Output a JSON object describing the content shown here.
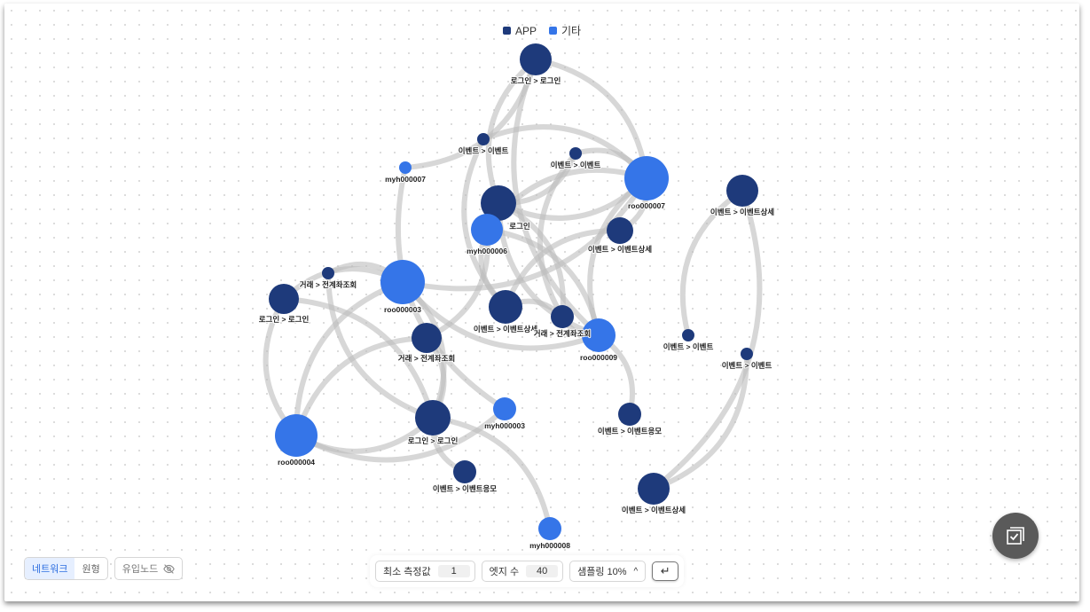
{
  "legend": [
    {
      "label": "APP",
      "color": "#1e3a7b"
    },
    {
      "label": "기타",
      "color": "#3575e8"
    }
  ],
  "colors": {
    "APP": "#1e3a7b",
    "기타": "#3575e8",
    "edge": "#bdbdbd"
  },
  "nodes": [
    {
      "label": "로그인 > 로그인",
      "type": "APP",
      "weight": 18
    },
    {
      "label": "이벤트 > 이벤트",
      "type": "APP",
      "weight": 7
    },
    {
      "label": "이벤트 > 이벤트",
      "type": "APP",
      "weight": 7
    },
    {
      "label": "myh000007",
      "type": "기타",
      "weight": 7
    },
    {
      "label": "roo000007",
      "type": "기타",
      "weight": 25
    },
    {
      "label": "이벤트 > 이벤트상세",
      "type": "APP",
      "weight": 18
    },
    {
      "label": "로그인",
      "type": "APP",
      "weight": 20
    },
    {
      "label": "myh000006",
      "type": "기타",
      "weight": 18
    },
    {
      "label": "이벤트 > 이벤트상세",
      "type": "APP",
      "weight": 15
    },
    {
      "label": "거래 > 전계좌조회",
      "type": "APP",
      "weight": 7
    },
    {
      "label": "로그인 > 로그인",
      "type": "APP",
      "weight": 17
    },
    {
      "label": "roo000003",
      "type": "기타",
      "weight": 25
    },
    {
      "label": "이벤트 > 이벤트상세",
      "type": "APP",
      "weight": 19
    },
    {
      "label": "거래 > 전계좌조회",
      "type": "APP",
      "weight": 13
    },
    {
      "label": "roo000009",
      "type": "기타",
      "weight": 19
    },
    {
      "label": "거래 > 전계좌조회",
      "type": "APP",
      "weight": 17
    },
    {
      "label": "이벤트 > 이벤트",
      "type": "APP",
      "weight": 7
    },
    {
      "label": "이벤트 > 이벤트",
      "type": "APP",
      "weight": 7
    },
    {
      "label": "roo000004",
      "type": "기타",
      "weight": 24
    },
    {
      "label": "로그인 > 로그인",
      "type": "APP",
      "weight": 20
    },
    {
      "label": "myh000003",
      "type": "기타",
      "weight": 13
    },
    {
      "label": "이벤트 > 이벤트응모",
      "type": "APP",
      "weight": 13
    },
    {
      "label": "이벤트 > 이벤트응모",
      "type": "APP",
      "weight": 13
    },
    {
      "label": "이벤트 > 이벤트상세",
      "type": "APP",
      "weight": 18
    },
    {
      "label": "myh000008",
      "type": "기타",
      "weight": 13
    }
  ],
  "edges": [
    [
      0,
      4
    ],
    [
      0,
      6
    ],
    [
      0,
      3
    ],
    [
      0,
      14
    ],
    [
      1,
      4
    ],
    [
      1,
      12
    ],
    [
      2,
      4
    ],
    [
      2,
      13
    ],
    [
      2,
      6
    ],
    [
      3,
      20
    ],
    [
      4,
      6
    ],
    [
      4,
      7
    ],
    [
      4,
      8
    ],
    [
      4,
      14
    ],
    [
      4,
      11
    ],
    [
      5,
      16
    ],
    [
      5,
      23
    ],
    [
      6,
      14
    ],
    [
      6,
      13
    ],
    [
      7,
      12
    ],
    [
      7,
      14
    ],
    [
      8,
      12
    ],
    [
      9,
      11
    ],
    [
      9,
      19
    ],
    [
      10,
      11
    ],
    [
      10,
      18
    ],
    [
      10,
      19
    ],
    [
      11,
      14
    ],
    [
      11,
      19
    ],
    [
      11,
      18
    ],
    [
      12,
      13
    ],
    [
      13,
      14
    ],
    [
      14,
      21
    ],
    [
      15,
      18
    ],
    [
      15,
      19
    ],
    [
      15,
      7
    ],
    [
      17,
      23
    ],
    [
      18,
      19
    ],
    [
      19,
      24
    ],
    [
      19,
      22
    ],
    [
      20,
      18
    ]
  ],
  "controls": {
    "view_tabs": [
      "네트워크",
      "원형"
    ],
    "inflow_node": "유입노드",
    "min_measure_label": "최소 측정값",
    "min_measure_value": "1",
    "edge_count_label": "엣지 수",
    "edge_count_value": "40",
    "sampling_label": "샘플링 10%",
    "enter_symbol": "↵"
  }
}
